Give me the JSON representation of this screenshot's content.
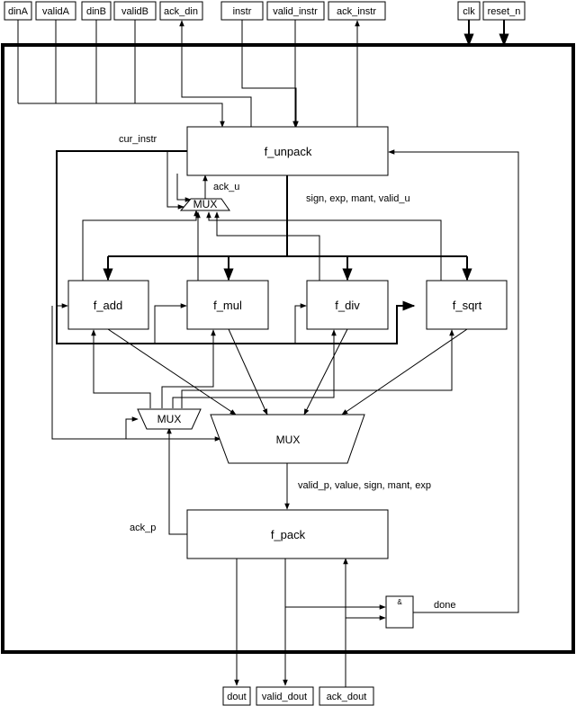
{
  "ports_top": [
    "dinA",
    "validA",
    "dinB",
    "validB",
    "ack_din",
    "instr",
    "valid_instr",
    "ack_instr",
    "clk",
    "reset_n"
  ],
  "ports_bottom": [
    "dout",
    "valid_dout",
    "ack_dout"
  ],
  "modules": {
    "f_unpack": "f_unpack",
    "f_add": "f_add",
    "f_mul": "f_mul",
    "f_div": "f_div",
    "f_sqrt": "f_sqrt",
    "f_pack": "f_pack"
  },
  "muxes": {
    "top_mux": "MUX",
    "ack_mux": "MUX",
    "data_mux": "MUX"
  },
  "gate": "&",
  "signals": {
    "cur_instr": "cur_instr",
    "ack_u": "ack_u",
    "unpack_out": "sign, exp, mant, valid_u",
    "pack_in": "valid_p, value, sign, mant, exp",
    "ack_p": "ack_p",
    "done": "done"
  }
}
